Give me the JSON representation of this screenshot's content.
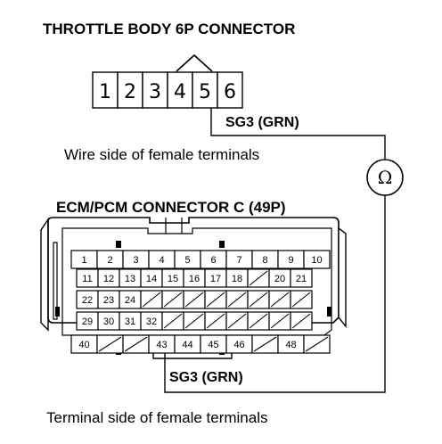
{
  "throttle_connector": {
    "title": "THROTTLE BODY 6P CONNECTOR",
    "pins": [
      "1",
      "2",
      "3",
      "4",
      "5",
      "6"
    ],
    "wire_label": "SG3 (GRN)",
    "view_caption": "Wire side of female terminals"
  },
  "ohmmeter": {
    "symbol": "Ω"
  },
  "ecm_connector": {
    "title": "ECM/PCM CONNECTOR C (49P)",
    "wire_label": "SG3 (GRN)",
    "view_caption": "Terminal side of female terminals",
    "rows": [
      [
        "1",
        "2",
        "3",
        "4",
        "5",
        "6",
        "7",
        "8",
        "9",
        "10"
      ],
      [
        "11",
        "12",
        "13",
        "14",
        "15",
        "16",
        "17",
        "18",
        "",
        "20",
        "21"
      ],
      [
        "22",
        "23",
        "24",
        "",
        "",
        "",
        "",
        "",
        "",
        "",
        ""
      ],
      [
        "29",
        "30",
        "31",
        "32",
        "",
        "",
        "",
        "",
        "",
        "",
        ""
      ],
      [
        "40",
        "",
        "",
        "43",
        "44",
        "45",
        "46",
        "",
        "48",
        ""
      ]
    ]
  }
}
